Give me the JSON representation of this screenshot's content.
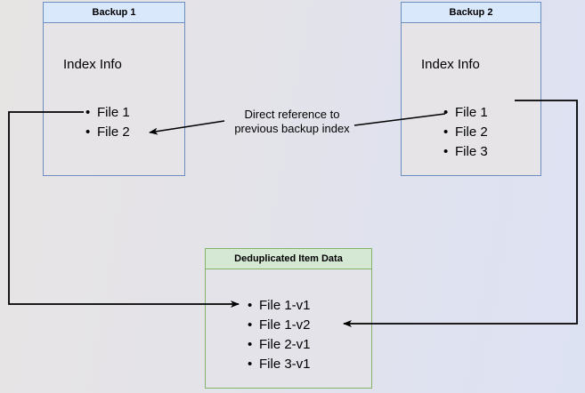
{
  "diagram": {
    "title": "Backup deduplication index reference diagram",
    "background_colors": {
      "gradient_start": "#e7e4e4",
      "gradient_end": "#dde2f3"
    },
    "colors": {
      "blue_border": "#6c8ebf",
      "blue_header_fill": "#dae8fc",
      "green_border": "#82b366",
      "green_header_fill": "#d5e8d4",
      "box_body_fill": "#e4e3ea",
      "edge_stroke": "#000000"
    },
    "nodes": {
      "backup1": {
        "header": "Backup 1",
        "index_label": "Index Info",
        "files": [
          "File 1",
          "File 2"
        ]
      },
      "backup2": {
        "header": "Backup 2",
        "index_label": "Index Info",
        "files": [
          "File 1",
          "File 2",
          "File 3"
        ]
      },
      "dedup": {
        "header": "Deduplicated Item Data",
        "items": [
          "File 1-v1",
          "File 1-v2",
          "File 2-v1",
          "File 3-v1"
        ]
      }
    },
    "annotations": {
      "direct_reference": {
        "line1": "Direct reference to",
        "line2": "previous backup index"
      }
    },
    "edges": [
      {
        "name": "backup2-file2-to-backup1-file2",
        "label": "Direct reference to previous backup index",
        "arrowhead": "backup1-file2"
      },
      {
        "name": "backup1-file1-to-dedup-file1v1",
        "arrowhead": "dedup-file1v1"
      },
      {
        "name": "backup2-file1-to-dedup-file1v2",
        "arrowhead": "dedup-file1v2"
      }
    ]
  }
}
